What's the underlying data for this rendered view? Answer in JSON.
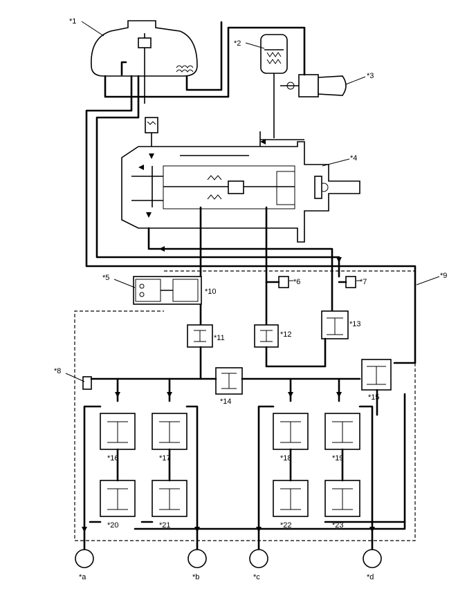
{
  "labels": {
    "l1": "*1",
    "l2": "*2",
    "l3": "*3",
    "l4": "*4",
    "l5": "*5",
    "l6": "*6",
    "l7": "*7",
    "l8": "*8",
    "l9": "*9",
    "l10": "*10",
    "l11": "*11",
    "l12": "*12",
    "l13": "*13",
    "l14": "*14",
    "l15": "*15",
    "l16": "*16",
    "l17": "*17",
    "l18": "*18",
    "l19": "*19",
    "l20": "*20",
    "l21": "*21",
    "l22": "*22",
    "l23": "*23",
    "la": "*a",
    "lb": "*b",
    "lc": "*c",
    "ld": "*d"
  }
}
